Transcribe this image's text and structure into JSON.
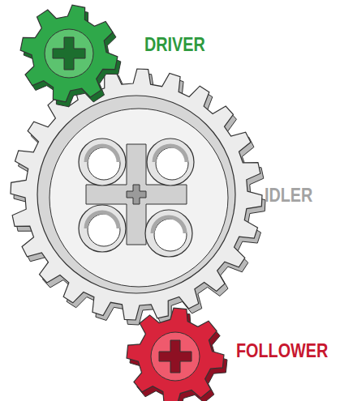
{
  "diagram": {
    "labels": [
      "DRIVER",
      "IDLER",
      "FOLLOWER"
    ]
  }
}
